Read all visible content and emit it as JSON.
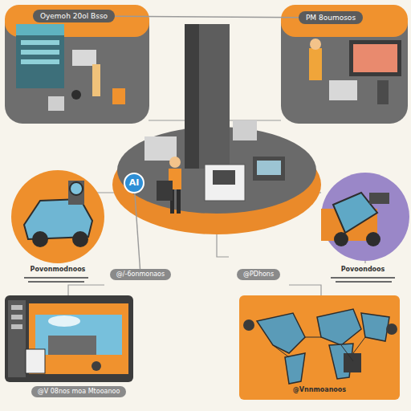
{
  "diagram": {
    "nodes": [
      {
        "text": [
          "Oyemoh 20ol Bsso"
        ]
      },
      {
        "text": [
          "PM 8oumosos"
        ]
      },
      {
        "text": [
          "AI"
        ]
      },
      {
        "text": [
          "Povonmodnoos"
        ]
      },
      {
        "text": [
          "@/-6onmonaos"
        ]
      },
      {
        "text": [
          "@PDhons"
        ]
      },
      {
        "text": [
          "Povoondoos"
        ]
      },
      {
        "text": [
          "@V 08nos moa Mtooanoo"
        ]
      },
      {
        "text": [
          "@Vnnmoanoos"
        ]
      }
    ],
    "edges": [
      {
        "from": 0,
        "to": 1,
        "arrow": "none"
      },
      {
        "from": 2,
        "to": 4,
        "arrow": "none"
      }
    ]
  }
}
